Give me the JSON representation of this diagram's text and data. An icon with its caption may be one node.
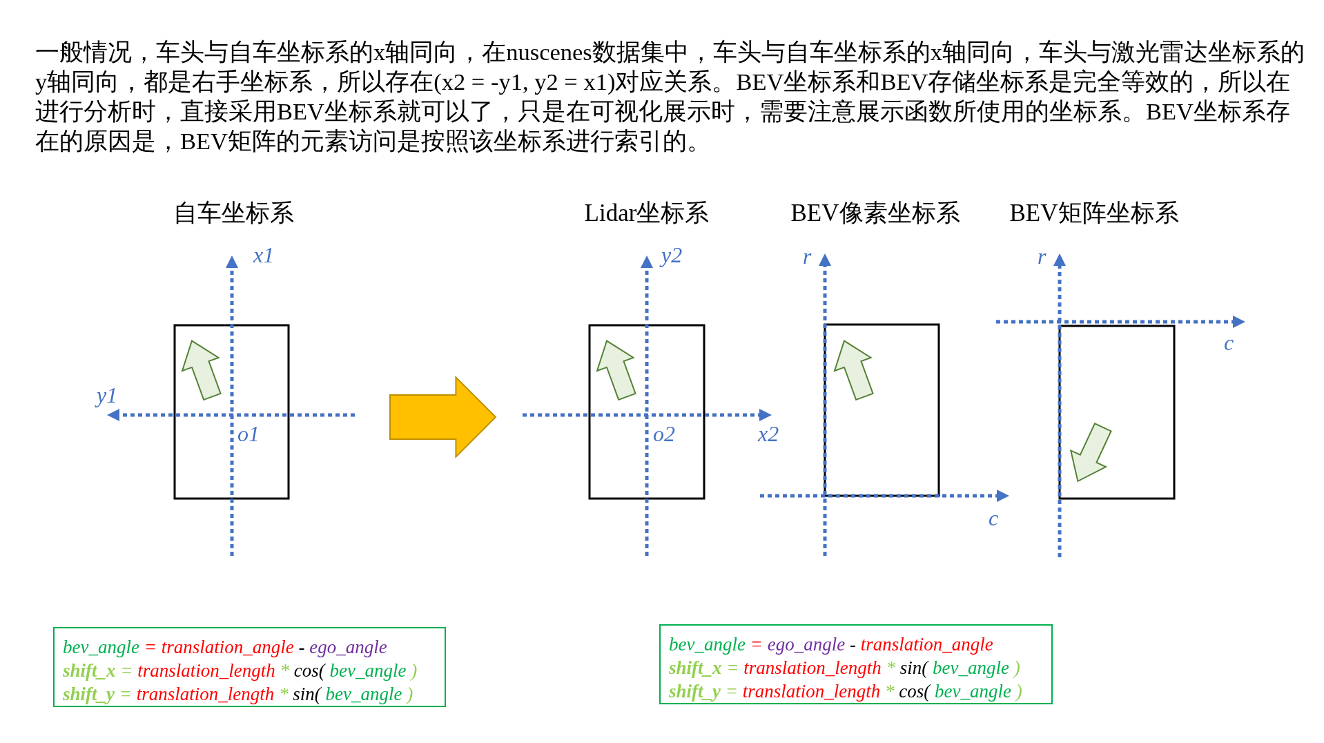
{
  "diagram": {
    "nodes": [
      {
        "text": [
          "自车坐标系"
        ]
      },
      {
        "text": [
          "Lidar坐标系"
        ]
      },
      {
        "text": [
          "BEV像素坐标系"
        ]
      },
      {
        "text": [
          "BEV矩阵坐标系"
        ]
      },
      {
        "text": [
          "bev_angle = translation_angle - ego_angle",
          "shift_x = translation_length * cos( bev_angle )",
          "shift_y = translation_length * sin( bev_angle )"
        ]
      },
      {
        "text": [
          "bev_angle = ego_angle - translation_angle",
          "shift_x = translation_length * sin( bev_angle )",
          "shift_y = translation_length * cos( bev_angle )"
        ]
      }
    ],
    "edges": [
      {
        "from": 0,
        "to": 1,
        "arrow": "to",
        "style": "thick",
        "color": "#ffc000"
      }
    ],
    "labels": [
      "一般情况，车头与自车坐标系的x轴同向，在nuscenes数据集中，车头与自车坐标系的x轴同向，车头与激光雷达坐标系的y轴同向，都是右手坐标系，所以存在(x2 = -y1, y2 = x1)对应关系。BEV坐标系和BEV存储坐标系是完全等效的，所以在进行分析时，直接采用BEV坐标系就可以了，只是在可视化展示时，需要注意展示函数所使用的坐标系。BEV坐标系存在的原因是，BEV矩阵的元素访问是按照该坐标系进行索引的。",
      "x1",
      "y1",
      "o1",
      "y2",
      "o2",
      "x2",
      "r",
      "c",
      "r",
      "c"
    ]
  }
}
